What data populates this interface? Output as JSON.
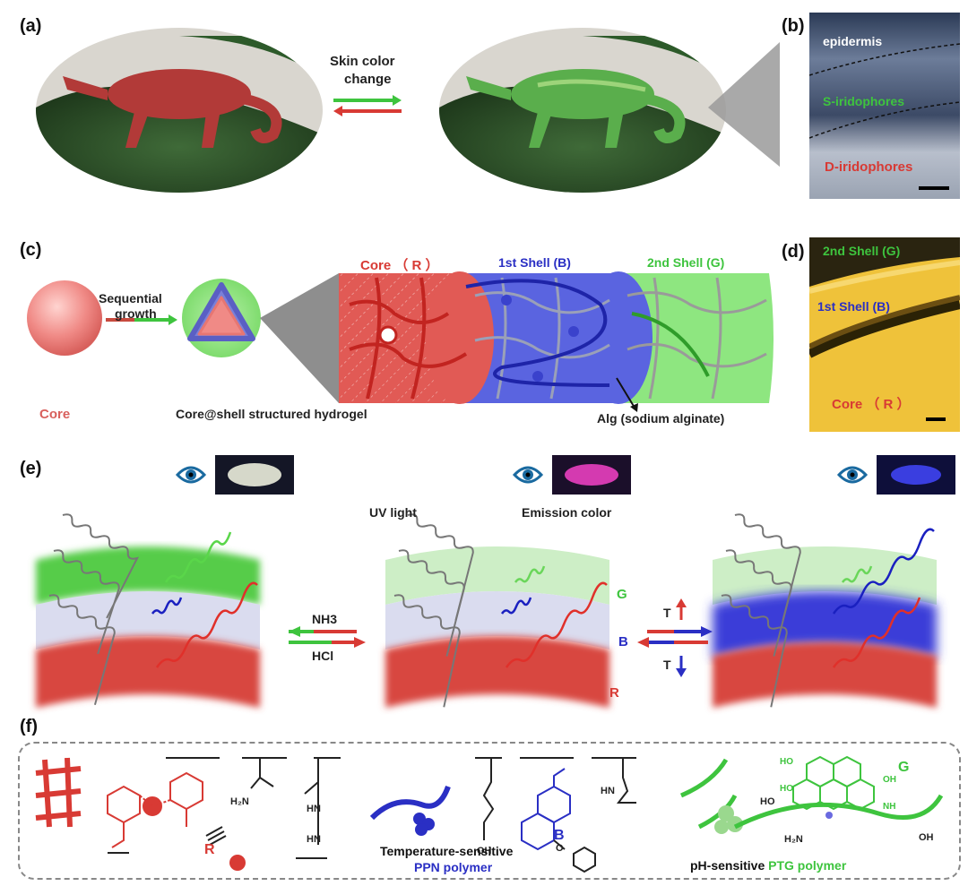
{
  "panels": {
    "a": "(a)",
    "b": "(b)",
    "c": "(c)",
    "d": "(d)",
    "e": "(e)",
    "f": "(f)"
  },
  "a": {
    "change_line1": "Skin color",
    "change_line2": "change"
  },
  "b": {
    "epidermis": "epidermis",
    "s_iridophores": "S-iridophores",
    "d_iridophores": "D-iridophores"
  },
  "c": {
    "sequential_line1": "Sequential",
    "sequential_line2": "growth",
    "core_label": "Core",
    "coreshell_label": "Core@shell structured hydrogel",
    "core_r": "Core （ R ）",
    "shell1": "1st Shell  (B)",
    "shell2": "2nd Shell  (G)",
    "alg": "Alg (sodium alginate)"
  },
  "d": {
    "shell2": "2nd Shell  (G)",
    "shell1": "1st Shell  (B)",
    "core": "Core  （ R ）"
  },
  "e": {
    "uv_light": "UV light",
    "emission_color": "Emission color",
    "nh3": "NH3",
    "hcl": "HCl",
    "t_up": "T",
    "t_down": "T",
    "g": "G",
    "b": "B",
    "r": "R"
  },
  "f": {
    "r_label": "R",
    "b_label": "B",
    "g_label": "G",
    "ppn_line1": "Temperature-sensitive",
    "ppn_line2": "PPN polymer",
    "ptg_prefix": "pH-sensitive ",
    "ptg_name": "PTG polymer"
  },
  "colors": {
    "red": "#d83a34",
    "green": "#3ec43e",
    "blue": "#2a2fc4",
    "core_pink": "#f08a86"
  }
}
